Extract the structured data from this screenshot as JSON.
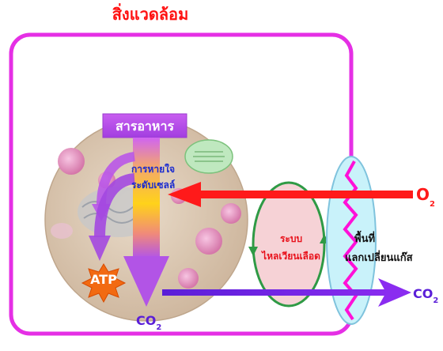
{
  "title": "สิ่งแวดล้อม",
  "cell": {
    "food_label": "สารอาหาร",
    "respiration_line1": "การหายใจ",
    "respiration_line2": "ระดับเซลล์",
    "atp_label": "ATP",
    "co2_main": "CO",
    "co2_sub": "2"
  },
  "circulation": {
    "line1": "ระบบ",
    "line2": "ไหลเวียนเลือด"
  },
  "exchange": {
    "line1": "พื้นที่",
    "line2": "แลกเปลี่ยนแก๊ส"
  },
  "gases": {
    "o2_main": "O",
    "o2_sub": "2",
    "co2_out_main": "CO",
    "co2_out_sub": "2"
  },
  "colors": {
    "environment_border": "#e52fe5",
    "oxygen_arrow": "#ff1a1a",
    "co2_arrow": "#6a1fe0",
    "circulation_fill": "#f6d2d6",
    "circulation_stroke": "#2f9a45",
    "exchange_fill": "#c9f2fa",
    "exchange_zigzag": "#ff10d8"
  }
}
